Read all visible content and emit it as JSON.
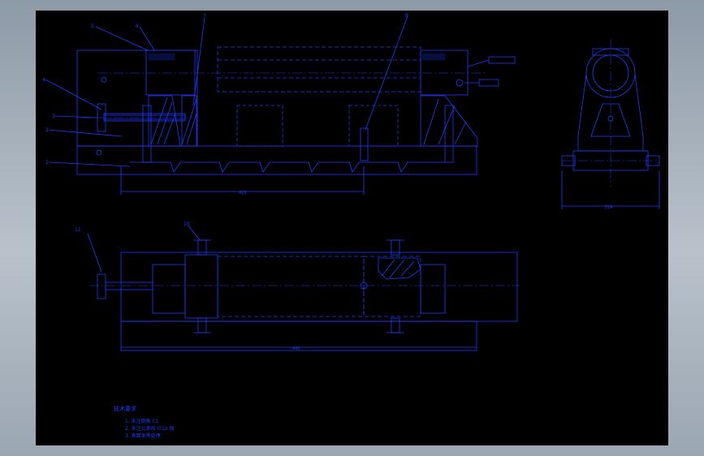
{
  "colors": {
    "background": "#000000",
    "lines": "#1f3dff",
    "frame": "#9aa6b2"
  },
  "balloons": [
    "5",
    "6",
    "7",
    "8",
    "4",
    "3",
    "2",
    "1",
    "10",
    "11"
  ],
  "dimensions": {
    "front_length": "410",
    "side_width": "214",
    "plan_length": "440"
  },
  "notes": {
    "heading": "技术要求",
    "items": [
      "1. 未注倒角 C1",
      "2. 未注公差按 IT12 级",
      "3. 表面发黑处理"
    ]
  }
}
